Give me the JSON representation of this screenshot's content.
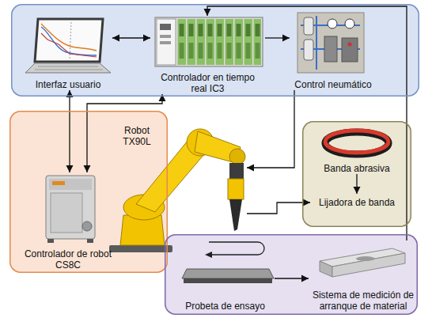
{
  "diagram": {
    "nodes": [
      {
        "text": []
      },
      {
        "text": [
          "Interfaz usuario"
        ],
        "in": 0
      },
      {
        "text": [
          "Controlador en tiempo real IC3"
        ],
        "in": 0
      },
      {
        "text": [
          "Control neumático"
        ],
        "in": 0
      },
      {
        "text": []
      },
      {
        "text": [
          "Controlador de robot CS8C"
        ],
        "in": 4
      },
      {
        "text": [
          "Robot TX90L"
        ]
      },
      {
        "text": []
      },
      {
        "text": [
          "Banda abrasiva"
        ],
        "in": 7
      },
      {
        "text": [
          "Lijadora de banda"
        ],
        "in": 7
      },
      {
        "text": []
      },
      {
        "text": [
          "Probeta de ensayo"
        ],
        "in": 10
      },
      {
        "text": [
          "Sistema de medición de arranque de material"
        ],
        "in": 10
      }
    ],
    "edges": [
      {
        "from": 1,
        "to": 2,
        "arrow": "both"
      },
      {
        "from": 2,
        "to": 3,
        "arrow": "to"
      },
      {
        "from": 1,
        "to": 5,
        "arrow": "both"
      },
      {
        "from": 2,
        "to": 5,
        "arrow": "both"
      },
      {
        "from": 3,
        "to": 6,
        "arrow": "to"
      },
      {
        "from": 6,
        "to": 9,
        "arrow": "to"
      },
      {
        "from": 8,
        "to": 9,
        "arrow": "to"
      },
      {
        "from": 11,
        "to": 12,
        "arrow": "to"
      },
      {
        "from": 12,
        "to": 2,
        "arrow": "to"
      }
    ]
  }
}
